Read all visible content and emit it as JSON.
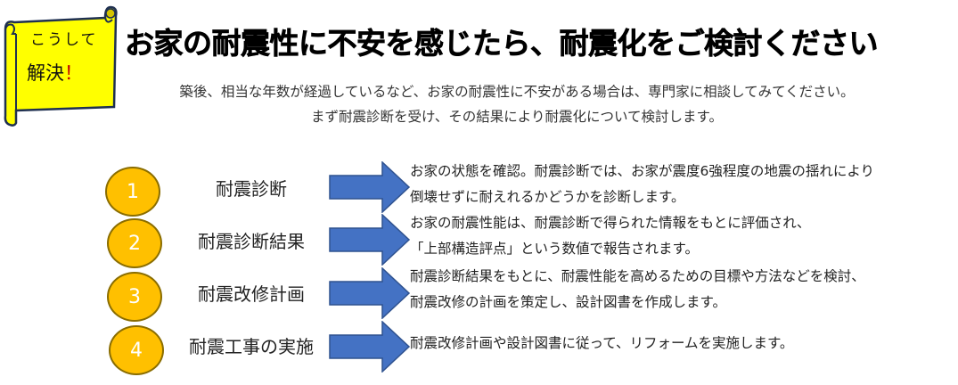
{
  "badge": {
    "line1": "こうして",
    "line2": "解決",
    "exclaim": "！"
  },
  "title": "お家の耐震性に不安を感じたら、耐震化をご検討ください",
  "intro": [
    "築後、相当な年数が経過しているなど、お家の耐震性に不安がある場合は、専門家に相談してみてください。",
    "まず耐震診断を受け、その結果により耐震化について検討します。"
  ],
  "steps": [
    {
      "number": "1",
      "label": "耐震診断",
      "desc": [
        "お家の状態を確認。耐震診断では、お家が震度6強程度の地震の揺れにより",
        "倒壊せずに耐えれるかどうかを診断します。"
      ]
    },
    {
      "number": "2",
      "label": "耐震診断結果",
      "desc": [
        "お家の耐震性能は、耐震診断で得られた情報をもとに評価され、",
        "「上部構造評点」という数値で報告されます。"
      ]
    },
    {
      "number": "3",
      "label": "耐震改修計画",
      "desc": [
        "耐震診断結果をもとに、耐震性能を高めるための目標や方法などを検討、",
        "耐震改修の計画を策定し、設計図書を作成します。"
      ]
    },
    {
      "number": "4",
      "label": "耐震工事の実施",
      "desc": [
        "耐震改修計画や設計図書に従って、リフォームを実施します。"
      ]
    }
  ],
  "colors": {
    "circle": "#ffc000",
    "arrow": "#4472c4",
    "scroll": "#ffff00"
  }
}
